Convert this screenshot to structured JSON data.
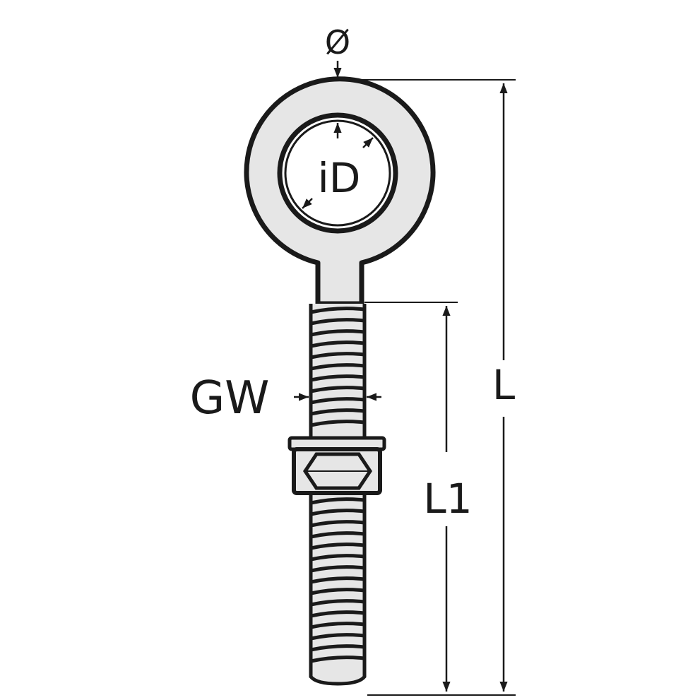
{
  "labels": {
    "diameter": "Ø",
    "inner_diameter": "iD",
    "thread": "GW",
    "length": "L",
    "thread_length": "L1"
  },
  "colors": {
    "ink": "#1a1a1a",
    "fill": "#e6e6e6",
    "background": "#ffffff"
  }
}
